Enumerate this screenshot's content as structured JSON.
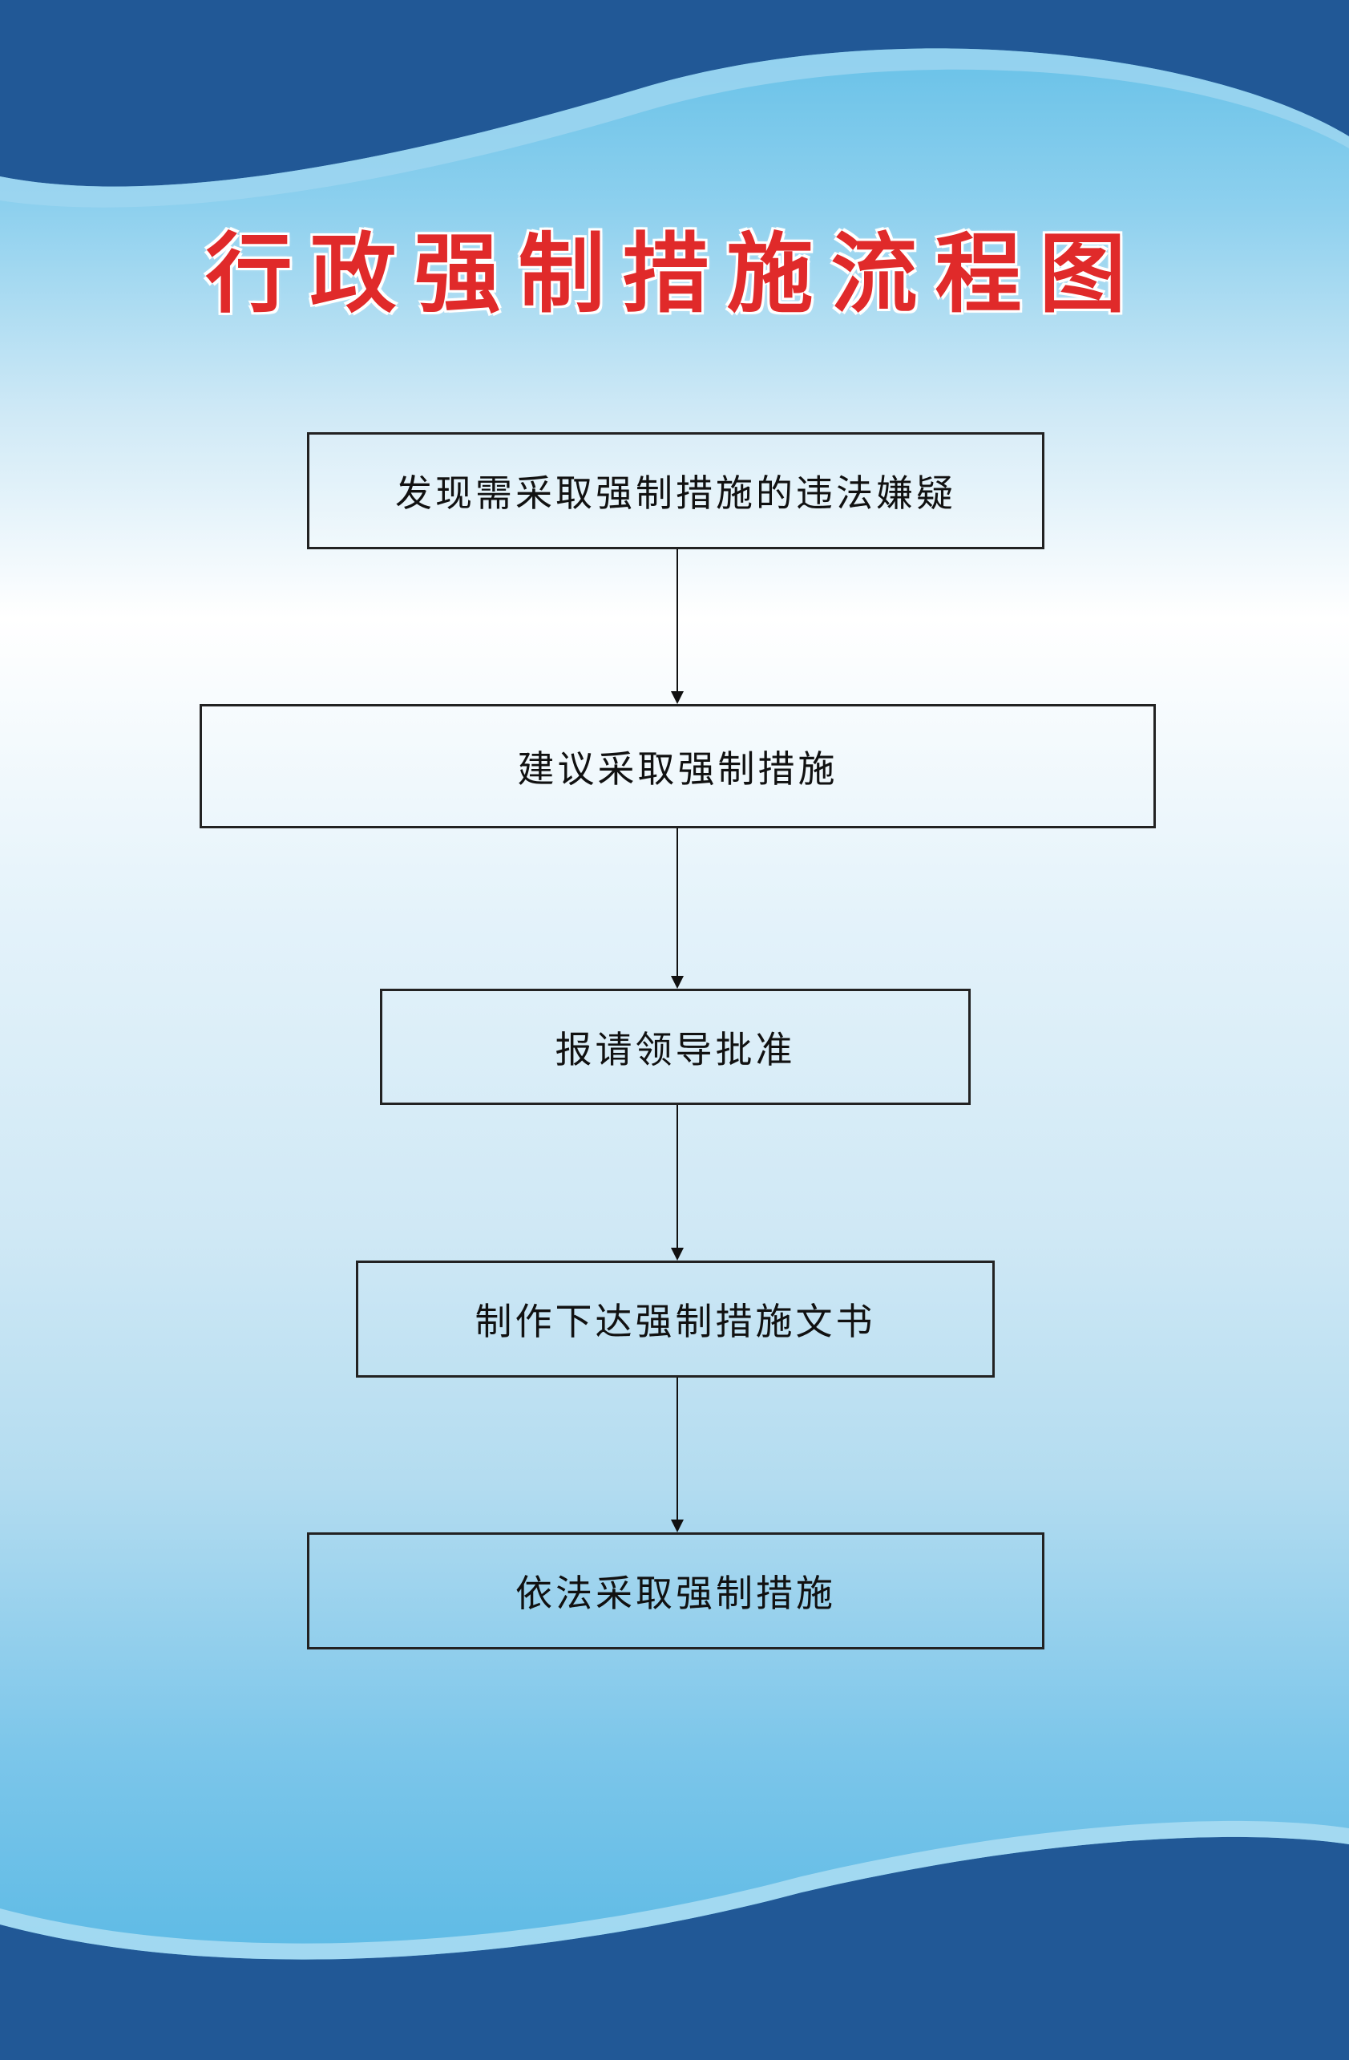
{
  "title": "行政强制措施流程图",
  "steps": [
    {
      "label": "发现需采取强制措施的违法嫌疑"
    },
    {
      "label": "建议采取强制措施"
    },
    {
      "label": "报请领导批准"
    },
    {
      "label": "制作下达强制措施文书"
    },
    {
      "label": "依法采取强制措施"
    }
  ],
  "colors": {
    "title": "#e02a2a",
    "dark_blue": "#215896",
    "light_blue": "#4fb5e3"
  }
}
